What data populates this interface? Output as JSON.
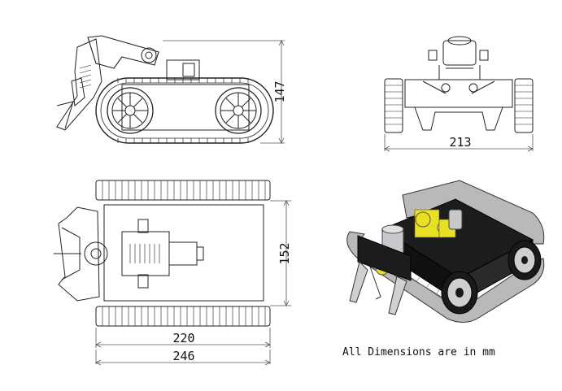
{
  "dimensions": {
    "side_height": "147",
    "front_width": "213",
    "top_height": "152",
    "top_inner_length": "220",
    "top_overall_length": "246"
  },
  "note": "All Dimensions are in mm",
  "colors": {
    "line": "#222222",
    "dim_line": "#555555",
    "chassis_dark": "#1c1c1c",
    "gear_yellow": "#e8e020",
    "track_grey": "#b9b9b9",
    "motor_silver": "#c8c8cc"
  }
}
